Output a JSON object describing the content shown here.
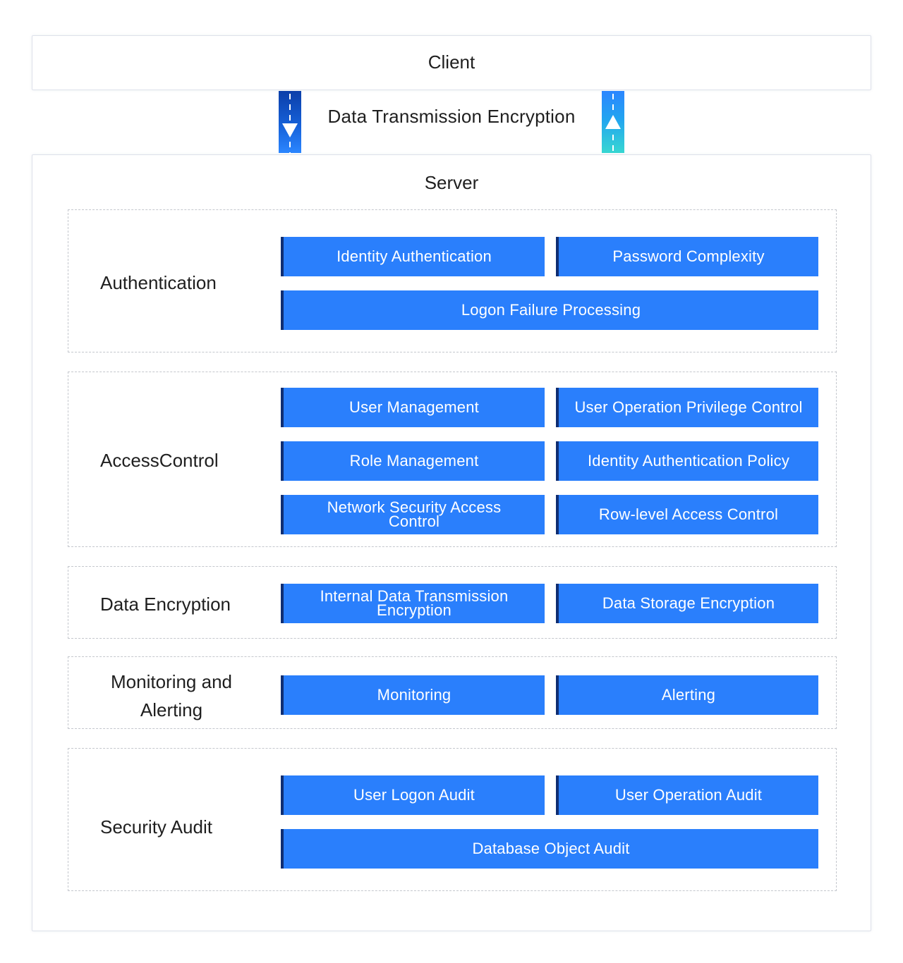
{
  "client": {
    "title": "Client"
  },
  "transmission": {
    "label": "Data Transmission Encryption"
  },
  "server": {
    "title": "Server"
  },
  "groups": {
    "authentication": {
      "label": "Authentication",
      "items": [
        "Identity Authentication",
        "Password Complexity",
        "Logon Failure Processing"
      ]
    },
    "access_control": {
      "label": "AccessControl",
      "items": [
        "User Management",
        "User Operation Privilege Control",
        "Role Management",
        "Identity Authentication Policy",
        "Network Security Access Control",
        "Row-level Access Control"
      ]
    },
    "data_encryption": {
      "label": "Data Encryption",
      "items": [
        "Internal Data Transmission Encryption",
        "Data Storage Encryption"
      ]
    },
    "monitoring": {
      "label": "Monitoring and Alerting",
      "items": [
        "Monitoring",
        "Alerting"
      ]
    },
    "security_audit": {
      "label": "Security Audit",
      "items": [
        "User Logon Audit",
        "User Operation Audit",
        "Database Object Audit"
      ]
    }
  },
  "colors": {
    "item_fill": "#2a7ffc",
    "item_edge": "#0f2e73",
    "arrow_down": "#1560d8",
    "arrow_up": "#37d7d2"
  }
}
